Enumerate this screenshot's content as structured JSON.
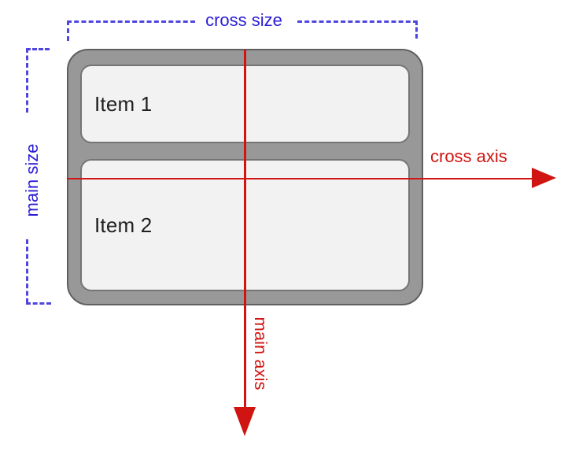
{
  "diagram": {
    "description": "Flexbox axes diagram: column container with two items, axis arrows and size brackets",
    "container": {
      "items": [
        {
          "label": "Item 1"
        },
        {
          "label": "Item 2"
        }
      ]
    },
    "annotations": {
      "cross_size": "cross size",
      "main_size": "main size",
      "cross_axis": "cross axis",
      "main_axis": "main axis"
    },
    "colors": {
      "background": "#ffffff",
      "container_fill": "#989898",
      "container_border": "#5f5f5f",
      "item_fill": "#f2f2f2",
      "item_border": "#757575",
      "item_text": "#1f1f1f",
      "axis_color": "#d01411",
      "size_text_color": "#2a1bd5",
      "size_dash_color": "#4f46e0"
    }
  }
}
